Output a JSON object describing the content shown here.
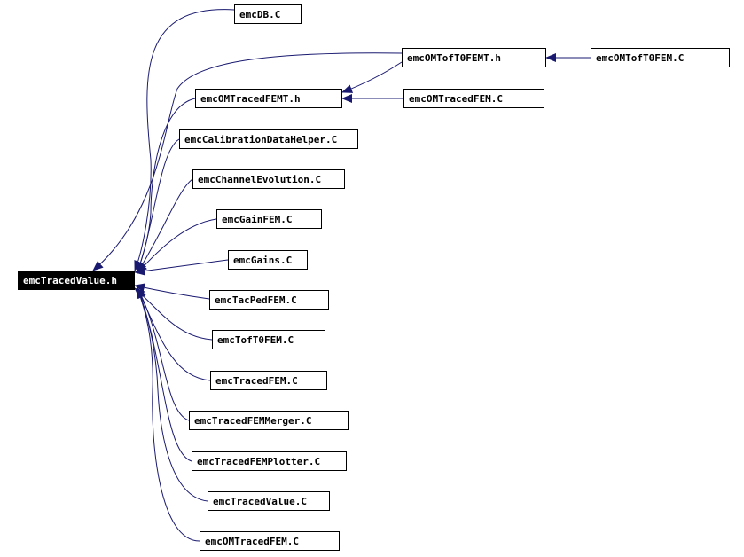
{
  "diagram": {
    "root": "emcTracedValue.h",
    "colors": {
      "edge": "#191970",
      "node_border": "#000000",
      "root_fill": "#000000",
      "root_text": "#ffffff"
    },
    "nodes": {
      "root": "emcTracedValue.h",
      "emcDB": "emcDB.C",
      "emcOMTofT0FEMT_h": "emcOMTofT0FEMT.h",
      "emcOMTofT0FEM_C": "emcOMTofT0FEM.C",
      "emcOMTracedFEMT_h": "emcOMTracedFEMT.h",
      "emcOMTracedFEM_C_top": "emcOMTracedFEM.C",
      "emcCalibrationDataHelper": "emcCalibrationDataHelper.C",
      "emcChannelEvolution": "emcChannelEvolution.C",
      "emcGainFEM": "emcGainFEM.C",
      "emcGains": "emcGains.C",
      "emcTacPedFEM": "emcTacPedFEM.C",
      "emcTofT0FEM": "emcTofT0FEM.C",
      "emcTracedFEM": "emcTracedFEM.C",
      "emcTracedFEMMerger": "emcTracedFEMMerger.C",
      "emcTracedFEMPlotter": "emcTracedFEMPlotter.C",
      "emcTracedValue_C": "emcTracedValue.C",
      "emcOMTracedFEM_C_bottom": "emcOMTracedFEM.C"
    }
  }
}
